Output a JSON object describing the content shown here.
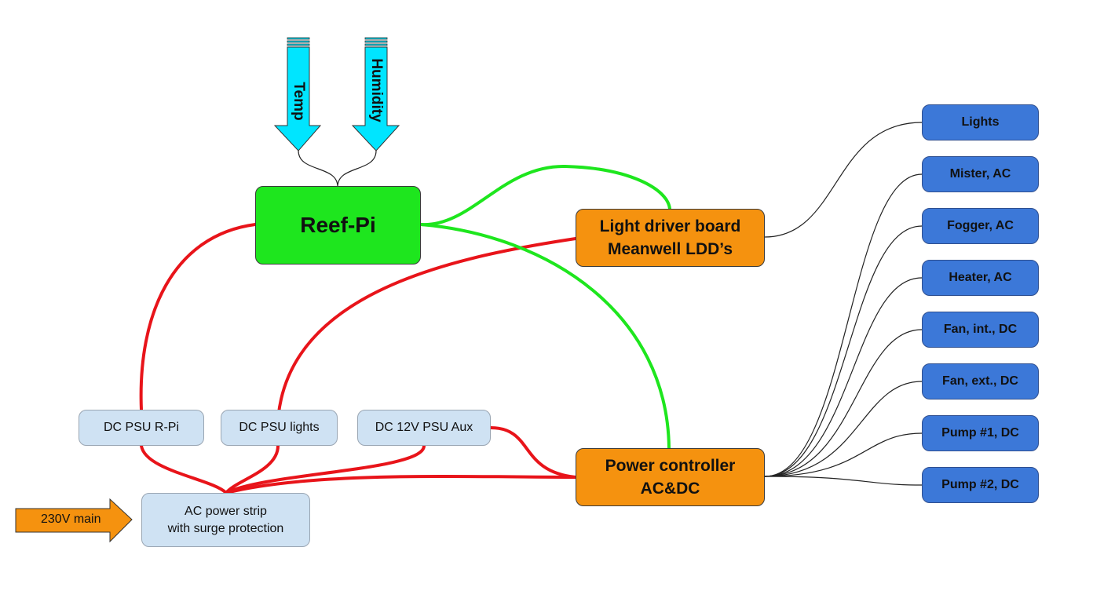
{
  "nodes": {
    "reef_pi": "Reef-Pi",
    "light_driver": {
      "line1": "Light driver board",
      "line2": "Meanwell LDD’s"
    },
    "power_controller": {
      "line1": "Power controller",
      "line2": "AC&DC"
    },
    "psu_rpi": "DC PSU R-Pi",
    "psu_lights": "DC PSU lights",
    "psu_aux": "DC 12V PSU Aux",
    "ac_strip": {
      "line1": "AC power strip",
      "line2": "with surge protection"
    }
  },
  "inputs": {
    "temp": "Temp",
    "humidity": "Humidity",
    "main": "230V main"
  },
  "outputs": [
    "Lights",
    "Mister, AC",
    "Fogger, AC",
    "Heater, AC",
    "Fan, int., DC",
    "Fan, ext., DC",
    "Pump #1, DC",
    "Pump #2, DC"
  ],
  "colors": {
    "power_wire": "#e8141a",
    "signal_wire": "#1ee61e",
    "control_wire": "#222222",
    "sensor_arrow": "#00e5ff",
    "mains_arrow": "#f5920f"
  }
}
